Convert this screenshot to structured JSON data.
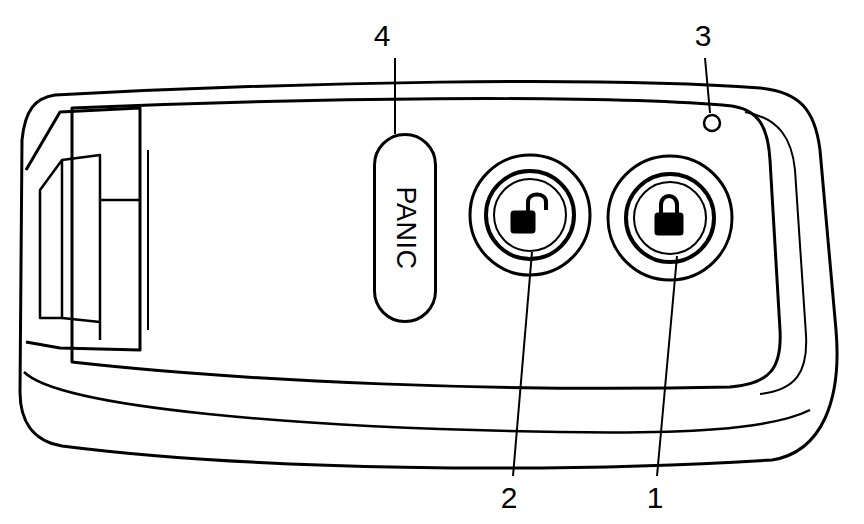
{
  "diagram": {
    "nodes": [
      {
        "text": [
          "PANIC"
        ]
      }
    ],
    "labels": [
      "4",
      "3",
      "2",
      "1"
    ]
  }
}
